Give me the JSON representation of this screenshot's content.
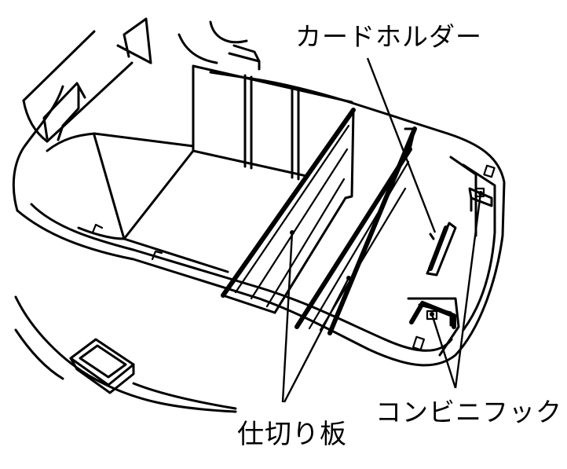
{
  "labels": {
    "card_holder": "カードホルダー",
    "convenience_hook": "コンビニフック",
    "divider": "仕切り板"
  },
  "colors": {
    "line": "#000000",
    "background": "#ffffff"
  }
}
